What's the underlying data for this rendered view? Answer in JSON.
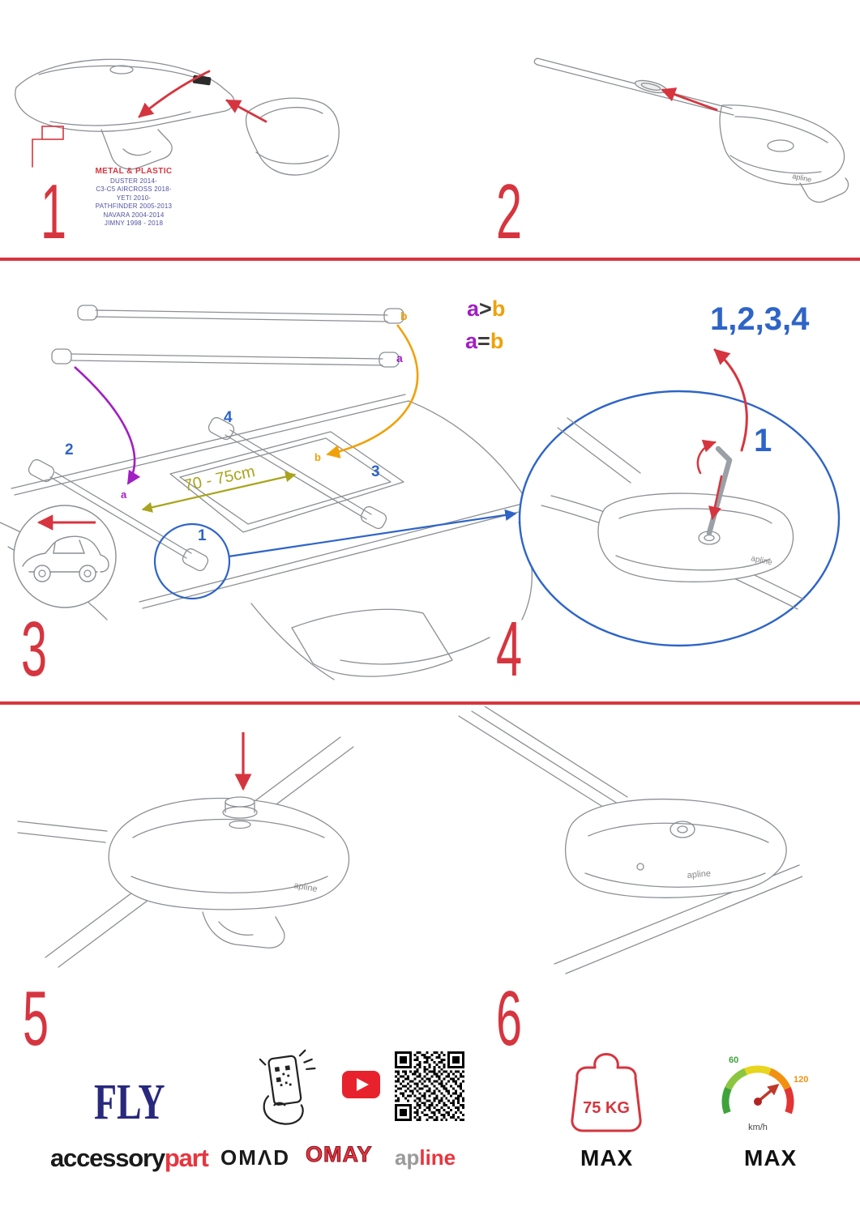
{
  "colors": {
    "accent_red": "#d6353f",
    "blue": "#2e64c8",
    "purple": "#a21fc4",
    "orange": "#f0a10a",
    "olive": "#a9a41c",
    "navy_brand": "#28287e",
    "youtube_red": "#e8222c"
  },
  "steps": {
    "s1": {
      "number": "1",
      "material": "METAL & PLASTIC",
      "models": [
        "DUSTER 2014-",
        "C3-C5 AIRCROSS 2018-",
        "YETI 2010-",
        "PATHFINDER 2005-2013",
        "NAVARA 2004-2014",
        "JIMNY 1998 - 2018"
      ]
    },
    "s2": {
      "number": "2"
    },
    "s3": {
      "number": "3",
      "bar_a": "a",
      "bar_b": "b",
      "cmp1": {
        "l": "a",
        "op": ">",
        "r": "b"
      },
      "cmp2": {
        "l": "a",
        "op": "=",
        "r": "b"
      },
      "distance": "70 - 75cm",
      "pos1": "1",
      "pos2": "2",
      "pos3": "3",
      "pos4": "4",
      "roof_a": "a",
      "roof_b": "b"
    },
    "s4": {
      "number": "4",
      "sequence": "1,2,3,4",
      "pos1": "1"
    },
    "s5": {
      "number": "5"
    },
    "s6": {
      "number": "6"
    }
  },
  "drawing": {
    "brand": "apline"
  },
  "footer": {
    "fly": "FLY",
    "accessory": "accessory",
    "part": "part",
    "omad": "OMΛD",
    "omay": "OMAY",
    "ap": "ap",
    "line": "line",
    "weight_value": "75 KG",
    "weight_max": "MAX",
    "speed_low": "60",
    "speed_high": "120",
    "speed_unit": "km/h",
    "speed_max": "MAX"
  }
}
